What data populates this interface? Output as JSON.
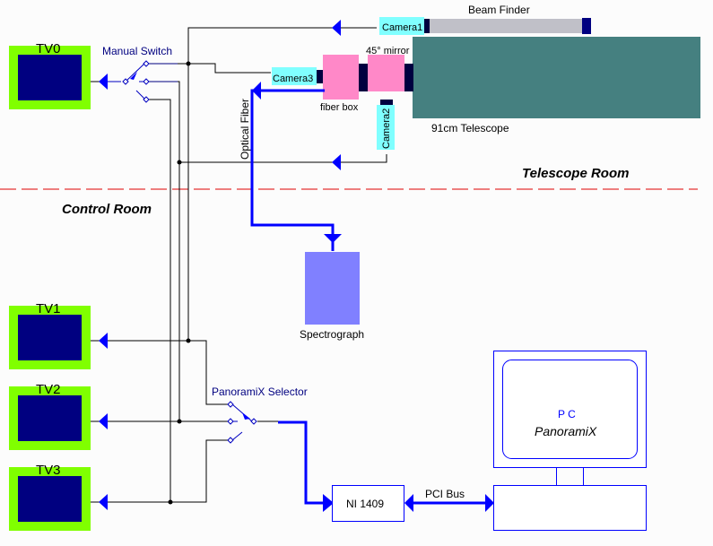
{
  "rooms": {
    "telescope_room": "Telescope Room",
    "control_room": "Control Room"
  },
  "monitors": [
    {
      "id": "tv0",
      "label": "TV0"
    },
    {
      "id": "tv1",
      "label": "TV1"
    },
    {
      "id": "tv2",
      "label": "TV2"
    },
    {
      "id": "tv3",
      "label": "TV3"
    }
  ],
  "switches": {
    "manual": "Manual Switch",
    "selector": "PanoramiX Selector"
  },
  "telescope": {
    "beam_finder": "Beam Finder",
    "main": "91cm Telescope",
    "mirror": "45° mirror",
    "fiber_box": "fiber box",
    "optical_fiber": "Optical Fiber",
    "spectrograph": "Spectrograph"
  },
  "cameras": {
    "camera1": "Camera1",
    "camera2": "Camera2",
    "camera3": "Camera3"
  },
  "computer": {
    "capture_card": "NI 1409",
    "bus": "PCI Bus",
    "pc_label": "P C",
    "pc_software": "PanoramiX"
  },
  "colors": {
    "tv_bezel": "#80ff00",
    "tv_screen": "#000080",
    "signal_blue": "#0000ff",
    "camera": "#80ffff",
    "pink_box": "#ff88c8",
    "connector": "#000040",
    "telescope": "#458080",
    "beam_finder": "#c0c0c8",
    "spectrograph": "#8080ff",
    "room_divider": "#e00000",
    "switch_text": "#000080"
  }
}
